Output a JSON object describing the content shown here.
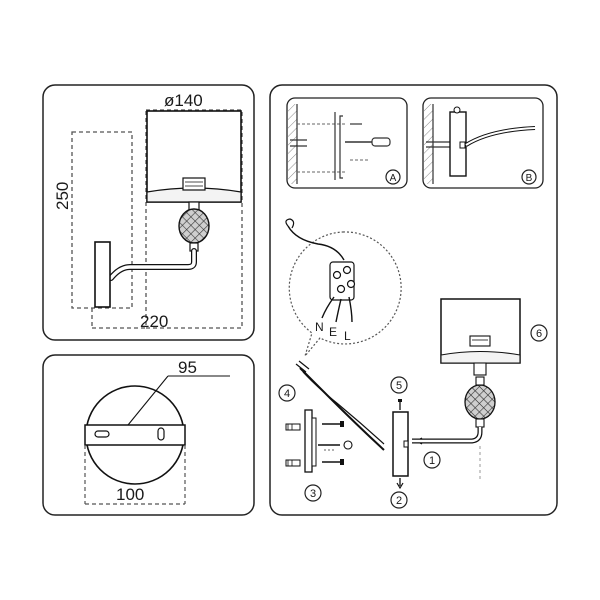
{
  "dimensions": {
    "shade_diameter": "ø140",
    "height": "250",
    "projection": "220",
    "plate_width": "95",
    "plate_diameter": "100"
  },
  "wire_labels": {
    "neutral": "N",
    "earth": "E",
    "live": "L"
  },
  "detail_labels": [
    "A",
    "B"
  ],
  "steps": [
    "1",
    "2",
    "3",
    "4",
    "5",
    "6"
  ]
}
